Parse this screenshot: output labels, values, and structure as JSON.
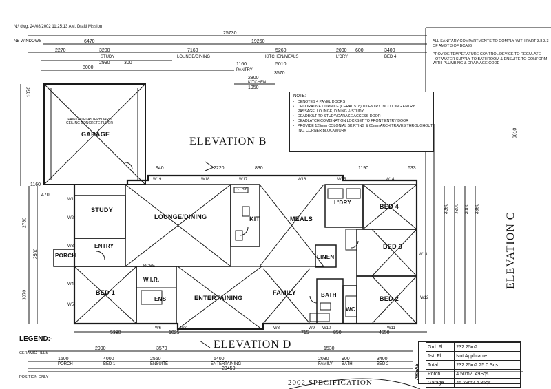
{
  "header": {
    "file_info": "N:\\ dwg, 24/08/2002 11:25:13 AM, Draftl Mission",
    "nb_windows": "NB WINDOWS"
  },
  "elevations": {
    "b": "ELEVATION B",
    "c": "ELEVATION C",
    "d": "ELEVATION D"
  },
  "rooms": {
    "garage": "GARAGE",
    "garage_note": "PAINTED PLASTERBOARD CEILING CONCRETE FLOOR",
    "study": "STUDY",
    "entry": "ENTRY",
    "porch": "PORCH",
    "bed1": "BED 1",
    "wir": "W.I.R.",
    "ens": "ENS",
    "lounge_dining": "LOUNGE/DINING",
    "kit": "KIT",
    "meals": "MEALS",
    "entertaining": "ENTERTAINING",
    "family": "FAMILY",
    "linen": "LINEN",
    "bath": "BATH",
    "wc": "WC",
    "ldry": "L'DRY",
    "bed4": "BED 4",
    "bed3": "BED 3",
    "bed2": "BED 2",
    "robe": "ROBE",
    "pantry": "P.TRY"
  },
  "notes": {
    "title": "NOTE:",
    "items": [
      "DENOTES 4 PANEL DOORS",
      "DECORATIVE CORNICE (CERAL 518) TO ENTRY INCLUDING ENTRY PASSAGE, LOUNGE, DINING & STUDY",
      "DEADBOLT TO STUDY/GARAGE ACCESS DOOR",
      "DEADLATCH COMBINATION LOCKSET TO FRONT ENTRY DOOR",
      "PROVIDE 125mm COLONIAL SKIRTING & 65mm ARCHITRAVES THROUGHOUT INC. CORNER BLOCKWORK"
    ]
  },
  "top_notes": [
    "ALL SANITARY COMPARTMENTS TO COMPLY WITH PART 3.8.3.3 OF AMDT 3 OF BCA96",
    "PROVIDE TEMPERATURE CONTROL DEVICE TO REGULATE HOT WATER SUPPLY TO BATHROOM & ENSUITE TO CONFORM WITH PLUMBING & DRAINAGE CODE"
  ],
  "dimensions": {
    "top": [
      "25730",
      "6470",
      "19260",
      "2270",
      "3200",
      "7160",
      "5260",
      "2000",
      "600",
      "3400",
      "2990",
      "300",
      "8000",
      "1160",
      "5010",
      "3570",
      "2800",
      "1950",
      "1070",
      "940",
      "2220",
      "830",
      "1190",
      "633"
    ],
    "top_labels": [
      "STUDY",
      "LOUNGE/DINING",
      "KITCHEN/MEALS",
      "L'DRY",
      "BED 4",
      "PANTRY",
      "KITCHEN"
    ],
    "bottom": [
      "5390",
      "1025",
      "715",
      "850",
      "4550",
      "2990",
      "3570",
      "1530",
      "1500",
      "4000",
      "2560",
      "5400",
      "2030",
      "3400",
      "900",
      "23450"
    ],
    "bottom_labels": [
      "BED 1",
      "ENSUITE",
      "ENTERTAINING",
      "FAMILY",
      "BATH",
      "BED 2",
      "PORCH"
    ],
    "left": [
      "1070",
      "1160",
      "2780",
      "2500",
      "3070",
      "470"
    ],
    "right": [
      "6610",
      "3250",
      "3200",
      "3080",
      "3350"
    ]
  },
  "windows": [
    "W19",
    "W18",
    "W17",
    "W16",
    "W15",
    "W14",
    "W13",
    "W12",
    "W1",
    "W2",
    "W3",
    "W4",
    "W5",
    "W6",
    "W7",
    "W8",
    "W9",
    "W10",
    "W11"
  ],
  "legend": {
    "title": "LEGEND:-",
    "items": [
      "CERAMIC TILES",
      "POSITION ONLY"
    ]
  },
  "areas": {
    "title": "AREAS",
    "rows": [
      {
        "label": "Grd. Fl.",
        "value": "232.25m2"
      },
      {
        "label": "1st. Fl.",
        "value": "Not Applicable"
      },
      {
        "label": "Total",
        "value": "232.25m2  25.0 Sqs"
      },
      {
        "label": "Porch",
        "value": "4.50m2  .49Sqs"
      },
      {
        "label": "Garage",
        "value": "45.29m2  4.85qs"
      }
    ]
  },
  "spec_title": "2002 SPECIFICATION"
}
